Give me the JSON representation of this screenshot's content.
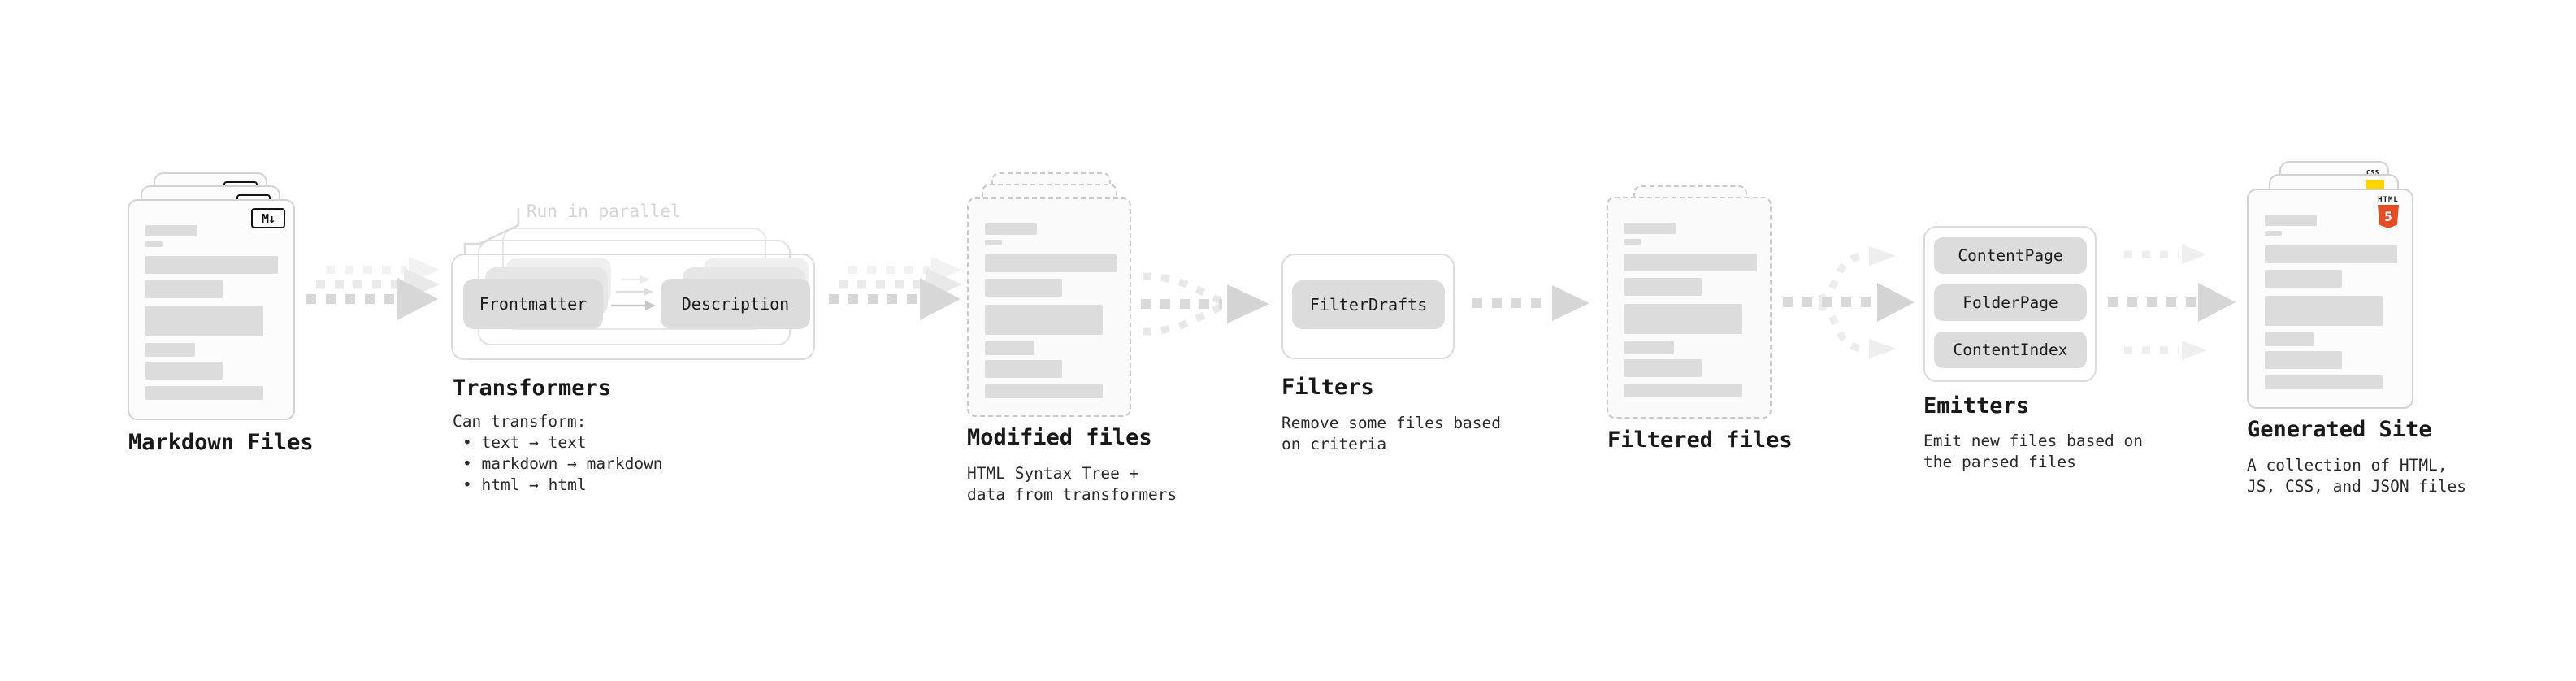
{
  "colors": {
    "card_border": "#d2d2d2",
    "dashed_border": "#c9c9c9",
    "bar_fill": "#dcdcdc",
    "node_fill": "#dcdcdc",
    "arrow_gray": "#d7d7d7",
    "arrow_light": "#ededed",
    "annotation_gray": "#d4d4d4",
    "html5_orange": "#e44d26",
    "js_yellow": "#ffd600",
    "css_blue": "#2962ff"
  },
  "stages": {
    "markdown": {
      "label": "Markdown Files",
      "badge": "M↓"
    },
    "transformers": {
      "label": "Transformers",
      "annotation": "Run in parallel",
      "node_frontmatter": "Frontmatter",
      "node_description": "Description",
      "caption_title": "Can transform:",
      "bullets": [
        "• text → text",
        "• markdown → markdown",
        "• html → html"
      ]
    },
    "modified": {
      "label": "Modified files",
      "caption": [
        "HTML Syntax Tree +",
        "data from transformers"
      ]
    },
    "filters": {
      "label": "Filters",
      "node_filterdrafts": "FilterDrafts",
      "caption": [
        "Remove some files based",
        "on criteria"
      ]
    },
    "filtered": {
      "label": "Filtered files"
    },
    "emitters": {
      "label": "Emitters",
      "node_contentpage": "ContentPage",
      "node_folderpage": "FolderPage",
      "node_contentindex": "ContentIndex",
      "caption": [
        "Emit new files based on",
        "the parsed files"
      ]
    },
    "generated": {
      "label": "Generated Site",
      "badge_css": "CSS",
      "badge_html": "HTML",
      "badge_html_number": "5",
      "caption": [
        "A collection of HTML,",
        "JS, CSS, and JSON files"
      ]
    }
  }
}
